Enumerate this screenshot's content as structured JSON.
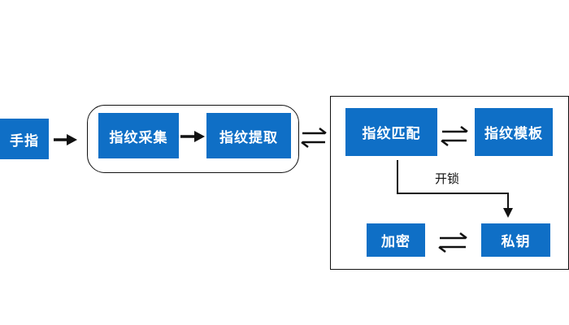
{
  "nodes": {
    "finger": "手指",
    "capture": "指纹采集",
    "extract": "指纹提取",
    "match": "指纹匹配",
    "template": "指纹模板",
    "encrypt": "加密",
    "private_key": "私钥"
  },
  "edge_labels": {
    "unlock": "开锁"
  },
  "colors": {
    "node_fill": "#0f6fc6",
    "node_text": "#ffffff",
    "line": "#111111"
  }
}
